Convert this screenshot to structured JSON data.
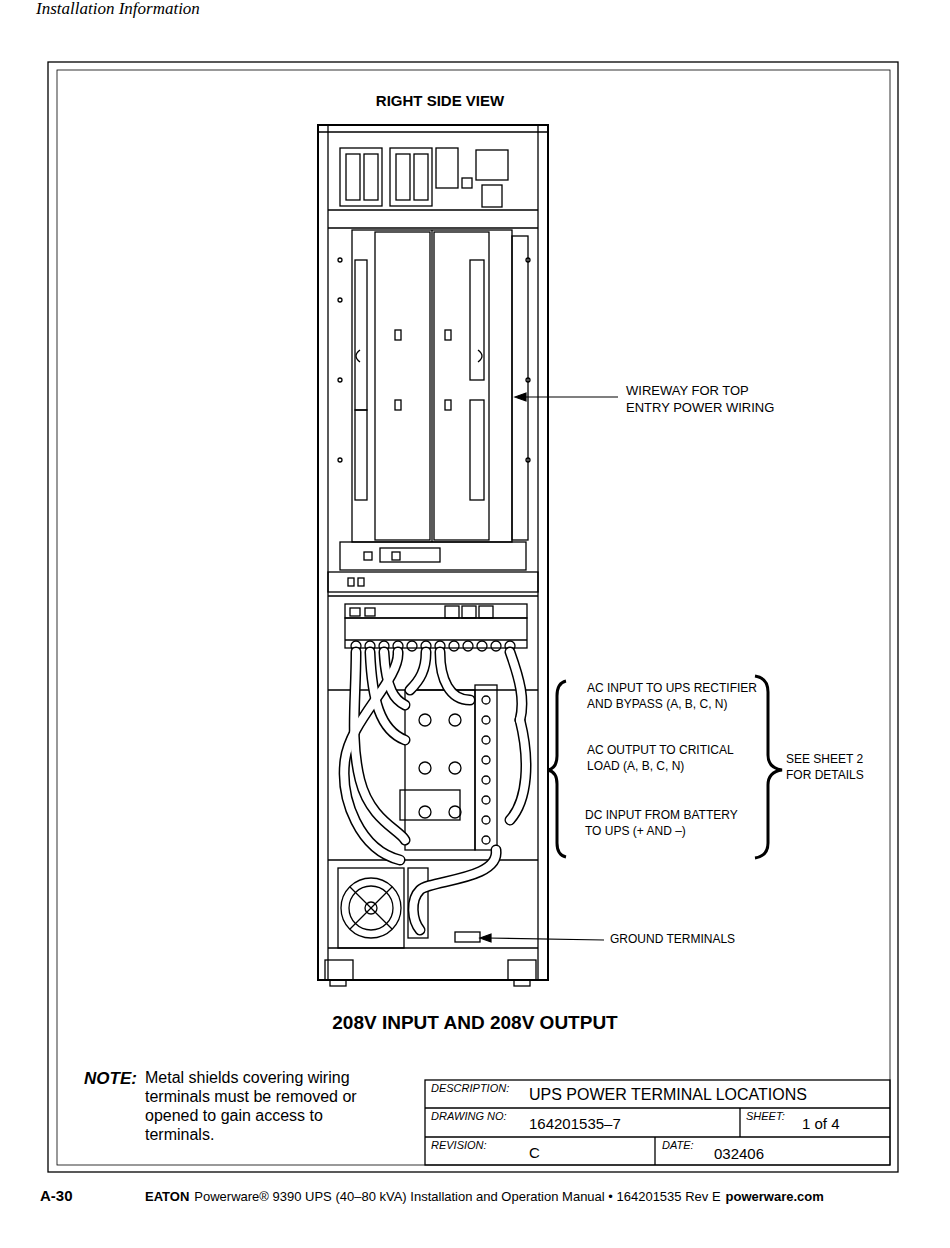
{
  "diagram": {
    "title": "RIGHT SIDE VIEW",
    "caption": "208V INPUT AND 208V OUTPUT",
    "labels": [
      "Installation Information",
      "WIREWAY FOR TOP ENTRY POWER WIRING",
      "AC INPUT TO UPS RECTIFIER AND BYPASS (A, B, C, N)",
      "AC OUTPUT TO CRITICAL LOAD (A, B, C, N)",
      "DC INPUT FROM BATTERY TO UPS (+ AND –)",
      "SEE SHEET 2 FOR DETAILS",
      "GROUND TERMINALS",
      "NOTE:",
      "Metal shields covering wiring terminals must be removed or opened to gain access to terminals.",
      "DESCRIPTION:",
      "UPS POWER TERMINAL LOCATIONS",
      "DRAWING NO:",
      "164201535–7",
      "SHEET:",
      "1 of 4",
      "REVISION:",
      "C",
      "DATE:",
      "032406",
      "A-30",
      "EATON",
      "Powerware® 9390 UPS (40–80 kVA) Installation and Operation Manual • 164201535 Rev E",
      "powerware.com"
    ]
  }
}
